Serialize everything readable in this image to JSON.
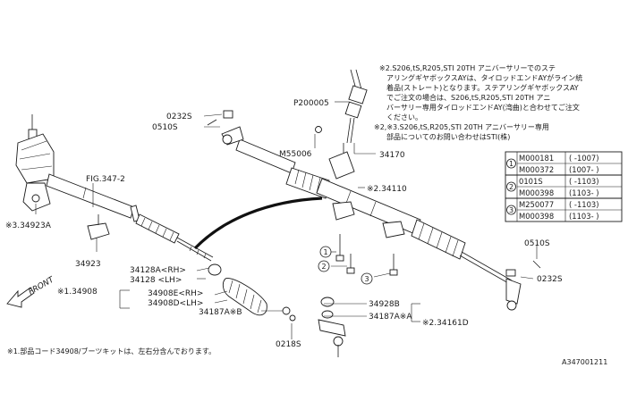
{
  "labels": {
    "fig": "FIG.347-2",
    "p34923a": "※3.34923A",
    "p34923": "34923",
    "p34908": "※1.34908",
    "p34128a": "34128A<RH>",
    "p34128": "34128 <LH>",
    "p34908e": "34908E<RH>",
    "p34908d": "34908D<LH>",
    "p34187b": "34187A※B",
    "p0218s": "0218S",
    "p34928b": "34928B",
    "p34187a": "34187A※A",
    "p34161d": "※2.34161D",
    "p0232s_top": "0232S",
    "p0510s_top": "0510S",
    "p200005": "P200005",
    "m55006": "M55006",
    "p34170": "34170",
    "p34110": "※2.34110",
    "p0510s_r": "0510S",
    "p0232s_r": "0232S",
    "front": "FRONT",
    "c1": "1",
    "c2": "2",
    "c3": "3"
  },
  "notes": {
    "note1": "※2.S206,tS,R205,STI 20TH アニバーサリーでのステ",
    "note2": "アリングギヤボックスAYは、タイロッドエンドAYがライン統",
    "note3": "着品(ストレート)となります。ステアリングギヤボックスAY",
    "note4": "でご注文の場合は、S206,tS,R205,STI 20TH アニ",
    "note5": "バーサリー専用タイロッドエンドAY(湾曲)と合わせてご注文",
    "note6": "ください。",
    "note7": "※2,※3.S206,tS,R205,STI 20TH アニバーサリー専用",
    "note8": "部品についてのお問い合わせはSTI(株)",
    "footer": "※1.部品コード34908/ブーツキットは、左右分含んでおります。",
    "ref": "A347001211"
  },
  "table": [
    {
      "group": "1",
      "code": "M000181",
      "range": "( -1007)"
    },
    {
      "group": "1",
      "code": "M000372",
      "range": "(1007- )"
    },
    {
      "group": "2",
      "code": "0101S",
      "range": "( -1103)"
    },
    {
      "group": "2",
      "code": "M000398",
      "range": "(1103- )"
    },
    {
      "group": "3",
      "code": "M250077",
      "range": "( -1103)"
    },
    {
      "group": "3",
      "code": "M000398",
      "range": "(1103- )"
    }
  ]
}
